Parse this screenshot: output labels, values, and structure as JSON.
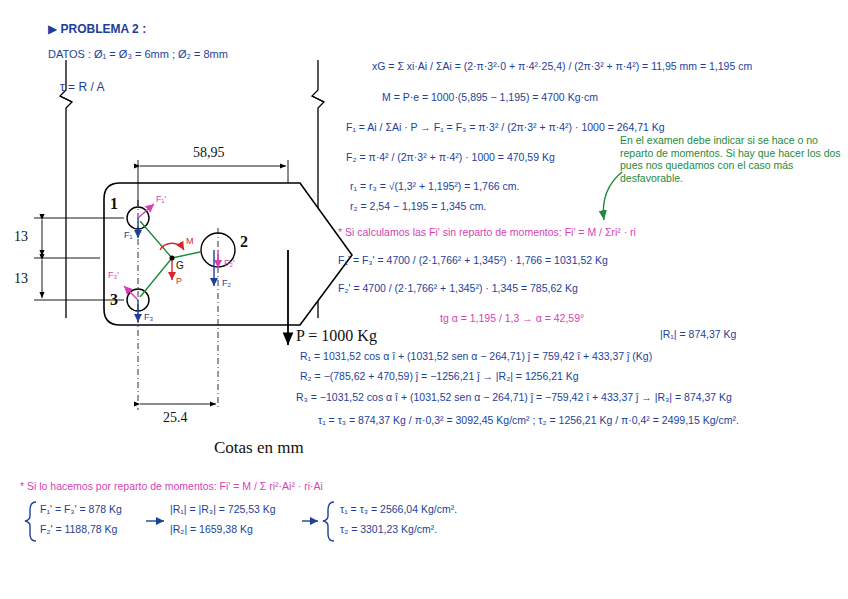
{
  "diagram": {
    "title": "▶ PROBLEMA 2 :",
    "labels": [
      "DATOS : Ø₁ = Ø₃ = 6mm ; Ø₂ = 8mm",
      "τ = R / A",
      "58,95",
      "13",
      "13",
      "1",
      "2",
      "3",
      "P = 1000 Kg",
      "25.4",
      "Cotas en mm",
      "F₁'",
      "F₁",
      "F₃'",
      "F₃",
      "F₂'",
      "F₂",
      "M",
      "G",
      "P",
      "xG = Σ xi·Ai / ΣAi = (2·π·3²·0 + π·4²·25,4) / (2π·3² + π·4²) = 11,95 mm = 1,195 cm",
      "M = P·e = 1000·(5,895 − 1,195) = 4700 Kg·cm",
      "F₁ = Ai / ΣAi · P → F₁ = F₃ = π·3² / (2π·3² + π·4²) · 1000 = 264,71 Kg",
      "F₂ = π·4² / (2π·3² + π·4²) · 1000 = 470,59 Kg",
      "r₁ = r₃ = √(1,3² + 1,195²) = 1,766 cm.",
      "r₂ = 2,54 − 1,195 = 1,345 cm.",
      "* Si calculamos las Fi' sin reparto de momentos: Fi' = M / Σri² · ri",
      "F₁' = F₃' = 4700 / (2·1,766² + 1,345²) · 1,766 = 1031,52 Kg",
      "F₂' = 4700 / (2·1,766² + 1,345²) · 1,345 = 785,62 Kg",
      "En el examen debe indicar si se hace o no reparto de momentos. Si hay que hacer los dos pues nos quedamos con el caso más desfavorable.",
      "tg α = 1,195 / 1,3 → α = 42,59°",
      "|R₁| = 874,37 Kg",
      "R₁ = 1031,52 cos α î + (1031,52 sen α − 264,71) ĵ = 759,42 î + 433,37 ĵ (Kg)",
      "R₂ = −(785,62 + 470,59) ĵ = −1256,21 ĵ → |R₂| = 1256,21 Kg",
      "R₃ = −1031,52 cos α î + (1031,52 sen α − 264,71) ĵ = −759,42 î + 433,37 ĵ → |R₃| = 874,37 Kg",
      "τ₁ = τ₃ = 874,37 Kg / π·0,3² = 3092,45 Kg/cm² ; τ₂ = 1256,21 Kg / π·0,4² = 2499,15 Kg/cm².",
      "* Si lo hacemos por reparto de momentos: Fi' = M / Σ ri²·Ai² · ri·Ai",
      "F₁' = F₃' = 878 Kg",
      "F₂' = 1188,78 Kg",
      "|R₁| = |R₃| = 725,53 Kg",
      "|R₂| = 1659,38 Kg",
      "τ₁ = τ₃ = 2566,04 Kg/cm².",
      "τ₂ = 3301,23 Kg/cm²."
    ]
  }
}
